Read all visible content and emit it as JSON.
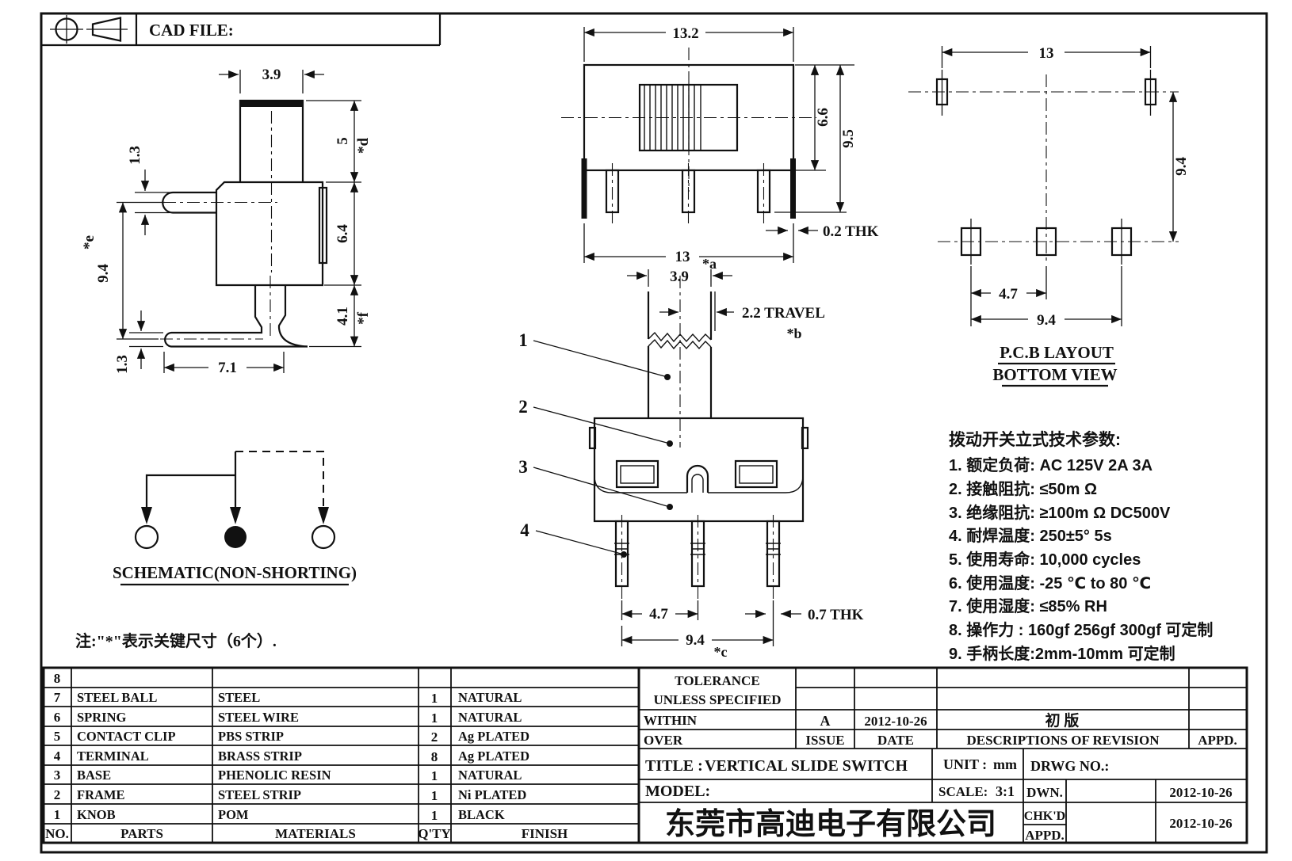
{
  "page": {
    "bg": "#ffffff",
    "line_color": "#111111"
  },
  "header": {
    "cad_file_label": "CAD FILE:"
  },
  "side_view": {
    "dim_knob_width": "3.9",
    "dim_pin_thickness": "1.3",
    "dim_knob_height": "5",
    "key_d": "*d",
    "dim_total_height": "9.4",
    "key_e": "*e",
    "dim_body_height": "6.4",
    "dim_pin_bend": "4.1",
    "key_f": "*f",
    "dim_foot_length": "7.1",
    "dim_foot_thickness": "1.3"
  },
  "front_view": {
    "dim_width": "13.2",
    "dim_body_height": "6.6",
    "dim_overall_height": "9.5",
    "dim_tab_thickness": "0.2  THK",
    "dim_base_width": "13",
    "key_a": "*a"
  },
  "pcb_view": {
    "dim_top_pitch": "13",
    "dim_row_spacing": "9.4",
    "dim_pad_pitch": "4.7",
    "dim_bottom_span": "9.4",
    "label_line1": "P.C.B LAYOUT",
    "label_line2": "BOTTOM VIEW"
  },
  "center_view": {
    "dim_knob_width": "3.9",
    "dim_travel": "2.2  TRAVEL",
    "key_b": "*b",
    "dim_pin_pitch": "4.7",
    "dim_pin_thickness": "0.7  THK",
    "dim_pin_span": "9.4",
    "key_c": "*c",
    "callouts": [
      "1",
      "2",
      "3",
      "4"
    ]
  },
  "schematic": {
    "label": "SCHEMATIC(NON-SHORTING)",
    "note": "注:\"*\"表示关键尺寸（6个）."
  },
  "specs": {
    "heading": "拨动开关立式技术参数:",
    "items": [
      "1.  额定负荷: AC 125V 2A 3A",
      "2.  接触阻抗: ≤50m Ω",
      "3.  绝缘阻抗: ≥100m Ω   DC500V",
      "4.  耐焊温度: 250±5°  5s",
      "5.  使用寿命: 10,000 cycles",
      "6.  使用温度: -25 ℃  to 80 ℃",
      "7.  使用湿度: ≤85% RH",
      "8.  操作力 : 160gf   256gf   300gf  可定制",
      "9.  手柄长度:2mm-10mm  可定制"
    ]
  },
  "parts_table": {
    "footer": {
      "no": "NO.",
      "parts": "PARTS",
      "materials": "MATERIALS",
      "qty": "Q'TY",
      "finish": "FINISH"
    },
    "rows": [
      {
        "no": "8",
        "part": "",
        "material": "",
        "qty": "",
        "finish": ""
      },
      {
        "no": "7",
        "part": "STEEL BALL",
        "material": "STEEL",
        "qty": "1",
        "finish": "NATURAL"
      },
      {
        "no": "6",
        "part": "SPRING",
        "material": "STEEL WIRE",
        "qty": "1",
        "finish": "NATURAL"
      },
      {
        "no": "5",
        "part": "CONTACT CLIP",
        "material": "PBS STRIP",
        "qty": "2",
        "finish": "Ag PLATED"
      },
      {
        "no": "4",
        "part": "TERMINAL",
        "material": "BRASS STRIP",
        "qty": "8",
        "finish": "Ag PLATED"
      },
      {
        "no": "3",
        "part": "BASE",
        "material": "PHENOLIC RESIN",
        "qty": "1",
        "finish": "NATURAL"
      },
      {
        "no": "2",
        "part": "FRAME",
        "material": "STEEL STRIP",
        "qty": "1",
        "finish": "Ni PLATED"
      },
      {
        "no": "1",
        "part": "KNOB",
        "material": "POM",
        "qty": "1",
        "finish": "BLACK"
      }
    ]
  },
  "title_block": {
    "tolerance_line1": "TOLERANCE",
    "tolerance_line2": "UNLESS   SPECIFIED",
    "within_label": "WITHIN",
    "over_label": "OVER",
    "revision": {
      "issue": "A",
      "date": "2012-10-26",
      "description": "初  版"
    },
    "issue_label": "ISSUE",
    "date_label": "DATE",
    "descriptions_label": "DESCRIPTIONS  OF  REVISION",
    "appd_label": "APPD.",
    "title_label": "TITLE :",
    "title_value": "VERTICAL  SLIDE  SWITCH",
    "unit_label": "UNIT :",
    "unit_value": "mm",
    "drwg_no_label": "DRWG  NO.:",
    "model_label": "MODEL:",
    "scale_label": "SCALE:",
    "scale_value": "3:1",
    "dwn_label": "DWN.",
    "dwn_date": "2012-10-26",
    "chkd_label": "CHK'D",
    "appd2_label": "APPD.",
    "chkd_appd_date": "2012-10-26",
    "company": "东莞市高迪电子有限公司"
  }
}
